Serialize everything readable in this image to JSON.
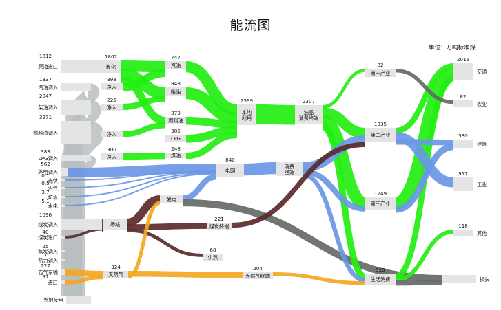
{
  "title": "能流图",
  "unit": "单位：万吨标准煤",
  "nodes": {
    "crude_import": {
      "label": "原油进口",
      "value": "1812"
    },
    "gasoline_in": {
      "label": "汽油调入",
      "value": "1337"
    },
    "diesel_in": {
      "label": "柴油调入",
      "value": "2047"
    },
    "fueloil_in": {
      "label": "燃料油调入",
      "value": "3271"
    },
    "lpg_in": {
      "label": "LPG调入",
      "value": "383"
    },
    "elec_in": {
      "label": "外电调入",
      "value": "562"
    },
    "solar": {
      "label": "光伏",
      "value": "0.1"
    },
    "biogas": {
      "label": "沼气",
      "value": "0.5"
    },
    "waste": {
      "label": "垃圾",
      "value": "3.7"
    },
    "hydro": {
      "label": "水电",
      "value": "5.1"
    },
    "coal_in": {
      "label": "煤炭调入",
      "value": "1096"
    },
    "coal_import": {
      "label": "煤炭进口",
      "value": "40"
    },
    "coke_in": {
      "label": "焦炭调入",
      "value": "25"
    },
    "heat_in": {
      "label": "热力调入",
      "value": "7"
    },
    "gas_west": {
      "label": "西气东输",
      "value": "227"
    },
    "gas_import": {
      "label": "进口",
      "value": "97"
    },
    "export_use": {
      "label": "外地使用",
      "value": ""
    },
    "refining": {
      "label": "炼化",
      "value": "1802"
    },
    "import_393": {
      "label": "净入",
      "value": "393"
    },
    "import_225": {
      "label": "净入",
      "value": "225"
    },
    "import_fuel": {
      "label": "净入",
      "value": ""
    },
    "import_300": {
      "label": "净入",
      "value": "300"
    },
    "gasoline": {
      "label": "汽油",
      "value": "747"
    },
    "diesel": {
      "label": "柴油",
      "value": "848"
    },
    "fueloil": {
      "label": "燃料油",
      "value": "373"
    },
    "lpg": {
      "label": "LPG",
      "value": "385"
    },
    "kerosene": {
      "label": "煤油",
      "value": "248"
    },
    "local_use": {
      "label": "本地\n利用",
      "value": "2599"
    },
    "oil_terminal": {
      "label": "油品\n消费终端",
      "value": "2307"
    },
    "grid": {
      "label": "电网",
      "value": "840"
    },
    "elec_terminal": {
      "label": "消费\n终端",
      "value": ""
    },
    "market": {
      "label": "场站",
      "value": ""
    },
    "power_gen": {
      "label": "发电",
      "value": ""
    },
    "coal_terminal": {
      "label": "煤炭终端",
      "value": "221"
    },
    "heat_supply": {
      "label": "供热",
      "value": "68"
    },
    "natgas": {
      "label": "天然气",
      "value": "324"
    },
    "gas_terminal": {
      "label": "天然气终端",
      "value": "204"
    },
    "primary": {
      "label": "第一产业",
      "value": "82"
    },
    "secondary": {
      "label": "第二产业",
      "value": "1335"
    },
    "tertiary": {
      "label": "第三产业",
      "value": "1249"
    },
    "residential": {
      "label": "生活消费",
      "value": "515"
    },
    "transport": {
      "label": "交通",
      "value": "2015"
    },
    "agriculture": {
      "label": "农业",
      "value": "82"
    },
    "construction": {
      "label": "建筑",
      "value": "530"
    },
    "industry": {
      "label": "工业",
      "value": "917"
    },
    "other": {
      "label": "其他",
      "value": "118"
    },
    "loss": {
      "label": "损失",
      "value": ""
    }
  },
  "colors": {
    "oil": "#22ee11",
    "elec": "#6a97e6",
    "coal": "#5c2a2a",
    "gas": "#f2a722",
    "loss": "#666a66",
    "export": "#b9bec1",
    "node": "#e4e4e4"
  },
  "links": [
    {
      "from": "crude_import",
      "to": "refining",
      "value": 1812,
      "color": "oil"
    },
    {
      "from": "gasoline_in",
      "to": "export_use",
      "value": 1337,
      "color": "export"
    },
    {
      "from": "diesel_in",
      "to": "export_use",
      "value": 2047,
      "color": "export"
    },
    {
      "from": "fueloil_in",
      "to": "export_use",
      "value": 3271,
      "color": "export"
    },
    {
      "from": "lpg_in",
      "to": "export_use",
      "value": 383,
      "color": "export"
    },
    {
      "from": "refining",
      "to": "gasoline",
      "value": 747,
      "color": "oil"
    },
    {
      "from": "refining",
      "to": "diesel",
      "value": 848,
      "color": "oil"
    },
    {
      "from": "refining",
      "to": "fueloil",
      "value": 373,
      "color": "oil"
    },
    {
      "from": "import_393",
      "to": "gasoline",
      "value": 393,
      "color": "oil"
    },
    {
      "from": "import_225",
      "to": "diesel",
      "value": 225,
      "color": "oil"
    },
    {
      "from": "import_fuel",
      "to": "fueloil",
      "value": 200,
      "color": "oil"
    },
    {
      "from": "import_300",
      "to": "kerosene",
      "value": 300,
      "color": "oil"
    },
    {
      "from": "gasoline",
      "to": "local_use",
      "value": 747,
      "color": "oil"
    },
    {
      "from": "diesel",
      "to": "local_use",
      "value": 848,
      "color": "oil"
    },
    {
      "from": "fueloil",
      "to": "local_use",
      "value": 373,
      "color": "oil"
    },
    {
      "from": "lpg",
      "to": "local_use",
      "value": 385,
      "color": "oil"
    },
    {
      "from": "kerosene",
      "to": "local_use",
      "value": 248,
      "color": "oil"
    },
    {
      "from": "local_use",
      "to": "oil_terminal",
      "value": 2307,
      "color": "oil"
    },
    {
      "from": "elec_in",
      "to": "grid",
      "value": 562,
      "color": "elec"
    },
    {
      "from": "solar",
      "to": "grid",
      "value": 10,
      "color": "elec"
    },
    {
      "from": "biogas",
      "to": "grid",
      "value": 10,
      "color": "elec"
    },
    {
      "from": "waste",
      "to": "grid",
      "value": 10,
      "color": "elec"
    },
    {
      "from": "hydro",
      "to": "grid",
      "value": 10,
      "color": "elec"
    },
    {
      "from": "power_gen",
      "to": "grid",
      "value": 200,
      "color": "elec"
    },
    {
      "from": "grid",
      "to": "elec_terminal",
      "value": 840,
      "color": "elec"
    },
    {
      "from": "coal_in",
      "to": "market",
      "value": 1096,
      "color": "coal"
    },
    {
      "from": "coal_import",
      "to": "market",
      "value": 40,
      "color": "coal"
    },
    {
      "from": "market",
      "to": "power_gen",
      "value": 400,
      "color": "coal"
    },
    {
      "from": "market",
      "to": "coal_terminal",
      "value": 221,
      "color": "coal"
    },
    {
      "from": "market",
      "to": "heat_supply",
      "value": 68,
      "color": "coal"
    },
    {
      "from": "gas_west",
      "to": "natgas",
      "value": 227,
      "color": "gas"
    },
    {
      "from": "gas_import",
      "to": "natgas",
      "value": 97,
      "color": "gas"
    },
    {
      "from": "natgas",
      "to": "gas_terminal",
      "value": 204,
      "color": "gas"
    },
    {
      "from": "natgas",
      "to": "power_gen",
      "value": 80,
      "color": "gas"
    },
    {
      "from": "power_gen",
      "to": "loss",
      "value": 300,
      "color": "loss"
    },
    {
      "from": "oil_terminal",
      "to": "primary",
      "value": 60,
      "color": "oil"
    },
    {
      "from": "oil_terminal",
      "to": "secondary",
      "value": 700,
      "color": "oil"
    },
    {
      "from": "oil_terminal",
      "to": "tertiary",
      "value": 900,
      "color": "oil"
    },
    {
      "from": "oil_terminal",
      "to": "residential",
      "value": 250,
      "color": "oil"
    },
    {
      "from": "elec_terminal",
      "to": "secondary",
      "value": 550,
      "color": "elec"
    },
    {
      "from": "elec_terminal",
      "to": "tertiary",
      "value": 200,
      "color": "elec"
    },
    {
      "from": "elec_terminal",
      "to": "residential",
      "value": 120,
      "color": "elec"
    },
    {
      "from": "coal_terminal",
      "to": "secondary",
      "value": 150,
      "color": "coal"
    },
    {
      "from": "gas_terminal",
      "to": "residential",
      "value": 80,
      "color": "gas"
    },
    {
      "from": "secondary",
      "to": "transport",
      "value": 200,
      "color": "oil"
    },
    {
      "from": "tertiary",
      "to": "transport",
      "value": 1000,
      "color": "oil"
    },
    {
      "from": "residential",
      "to": "transport",
      "value": 200,
      "color": "oil"
    },
    {
      "from": "primary",
      "to": "agriculture",
      "value": 82,
      "color": "loss"
    },
    {
      "from": "secondary",
      "to": "industry",
      "value": 600,
      "color": "elec"
    },
    {
      "from": "secondary",
      "to": "construction",
      "value": 200,
      "color": "elec"
    },
    {
      "from": "tertiary",
      "to": "construction",
      "value": 250,
      "color": "elec"
    },
    {
      "from": "residential",
      "to": "other",
      "value": 100,
      "color": "oil"
    },
    {
      "from": "residential",
      "to": "loss",
      "value": 150,
      "color": "loss"
    }
  ]
}
